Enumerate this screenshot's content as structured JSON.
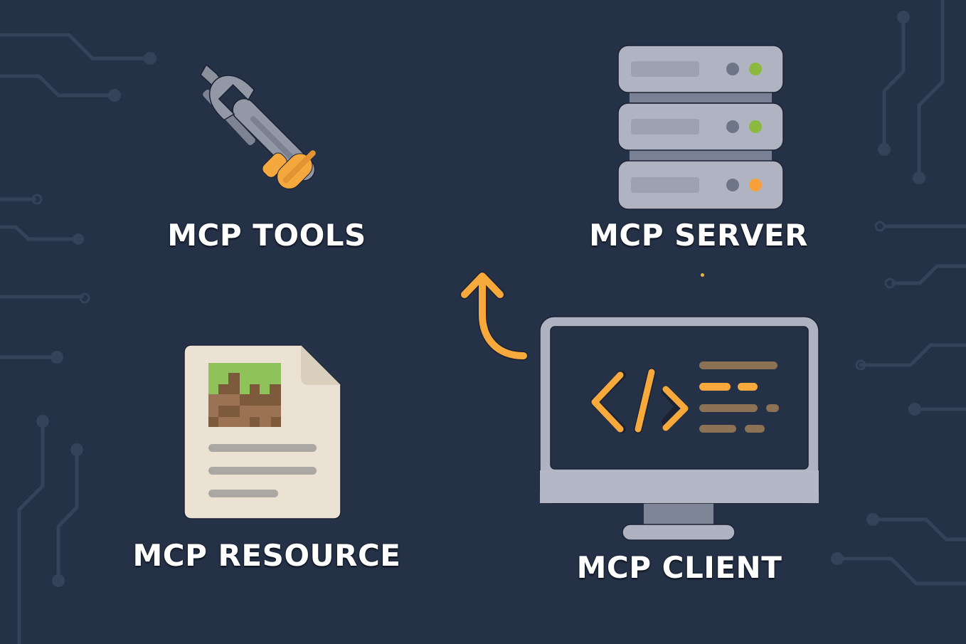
{
  "diagram": {
    "background_color": "#253146",
    "accent_color": "#F7A93B",
    "nodes": [
      {
        "id": "tools",
        "label": "MCP TOOLS",
        "icon": "wrench-screwdriver-icon"
      },
      {
        "id": "server",
        "label": "MCP SERVER",
        "icon": "server-rack-icon",
        "status_lights": [
          "#8BC34A",
          "#8BC34A",
          "#F7A03B"
        ]
      },
      {
        "id": "resource",
        "label": "MCP RESOURCE",
        "icon": "document-grass-block-icon"
      },
      {
        "id": "client",
        "label": "MCP CLIENT",
        "icon": "monitor-code-icon",
        "screen_glyph": "</>"
      }
    ],
    "edges": [
      {
        "from": "client",
        "to": "tools",
        "style": "curved-arrow",
        "color": "#F7A93B"
      }
    ]
  }
}
